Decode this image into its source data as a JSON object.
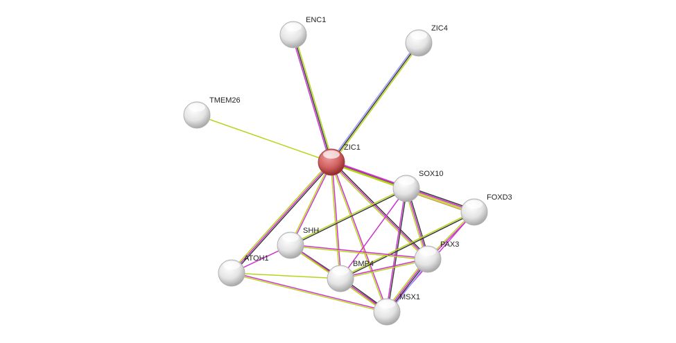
{
  "colors": {
    "black": "#3a3a3a",
    "magenta": "#cc33cc",
    "yellow": "#b8d41a",
    "blue": "#9999ff",
    "orange": "#c8a040",
    "query": "#c84040",
    "node": "#e8e8e8"
  },
  "nodes": [
    {
      "id": "ENC1",
      "label": "ENC1",
      "query": false
    },
    {
      "id": "ZIC4",
      "label": "ZIC4",
      "query": false
    },
    {
      "id": "TMEM26",
      "label": "TMEM26",
      "query": false
    },
    {
      "id": "ZIC1",
      "label": "ZIC1",
      "query": true
    },
    {
      "id": "SOX10",
      "label": "SOX10",
      "query": false
    },
    {
      "id": "FOXD3",
      "label": "FOXD3",
      "query": false
    },
    {
      "id": "SHH",
      "label": "SHH",
      "query": false
    },
    {
      "id": "PAX3",
      "label": "PAX3",
      "query": false
    },
    {
      "id": "ATOH1",
      "label": "ATOH1",
      "query": false
    },
    {
      "id": "BMP4",
      "label": "BMP4",
      "query": false
    },
    {
      "id": "MSX1",
      "label": "MSX1",
      "query": false
    }
  ],
  "edges": [
    {
      "a": "ZIC1",
      "b": "ENC1",
      "types": [
        "magenta",
        "black",
        "yellow"
      ]
    },
    {
      "a": "ZIC1",
      "b": "ZIC4",
      "types": [
        "blue",
        "black",
        "yellow"
      ]
    },
    {
      "a": "ZIC1",
      "b": "TMEM26",
      "types": [
        "yellow"
      ]
    },
    {
      "a": "ZIC1",
      "b": "SOX10",
      "types": [
        "magenta",
        "black",
        "yellow"
      ]
    },
    {
      "a": "ZIC1",
      "b": "FOXD3",
      "types": [
        "magenta",
        "yellow"
      ]
    },
    {
      "a": "ZIC1",
      "b": "SHH",
      "types": [
        "magenta",
        "yellow"
      ]
    },
    {
      "a": "ZIC1",
      "b": "ATOH1",
      "types": [
        "black",
        "magenta",
        "yellow"
      ]
    },
    {
      "a": "ZIC1",
      "b": "BMP4",
      "types": [
        "magenta",
        "yellow"
      ]
    },
    {
      "a": "ZIC1",
      "b": "PAX3",
      "types": [
        "black",
        "magenta",
        "yellow"
      ]
    },
    {
      "a": "ZIC1",
      "b": "MSX1",
      "types": [
        "magenta",
        "yellow"
      ]
    },
    {
      "a": "SOX10",
      "b": "FOXD3",
      "types": [
        "black",
        "magenta",
        "yellow",
        "orange"
      ]
    },
    {
      "a": "SOX10",
      "b": "SHH",
      "types": [
        "black",
        "yellow"
      ]
    },
    {
      "a": "SOX10",
      "b": "PAX3",
      "types": [
        "black",
        "magenta",
        "yellow"
      ]
    },
    {
      "a": "SOX10",
      "b": "MSX1",
      "types": [
        "black",
        "magenta"
      ]
    },
    {
      "a": "SOX10",
      "b": "BMP4",
      "types": [
        "magenta"
      ]
    },
    {
      "a": "FOXD3",
      "b": "PAX3",
      "types": [
        "magenta",
        "yellow"
      ]
    },
    {
      "a": "FOXD3",
      "b": "BMP4",
      "types": [
        "black",
        "yellow"
      ]
    },
    {
      "a": "FOXD3",
      "b": "MSX1",
      "types": [
        "magenta"
      ]
    },
    {
      "a": "SHH",
      "b": "BMP4",
      "types": [
        "black",
        "yellow"
      ]
    },
    {
      "a": "SHH",
      "b": "PAX3",
      "types": [
        "magenta",
        "yellow"
      ]
    },
    {
      "a": "SHH",
      "b": "MSX1",
      "types": [
        "magenta",
        "yellow"
      ]
    },
    {
      "a": "SHH",
      "b": "ATOH1",
      "types": [
        "magenta"
      ]
    },
    {
      "a": "ATOH1",
      "b": "BMP4",
      "types": [
        "yellow"
      ]
    },
    {
      "a": "ATOH1",
      "b": "MSX1",
      "types": [
        "magenta",
        "yellow"
      ]
    },
    {
      "a": "BMP4",
      "b": "PAX3",
      "types": [
        "magenta",
        "yellow"
      ]
    },
    {
      "a": "BMP4",
      "b": "MSX1",
      "types": [
        "black",
        "magenta",
        "yellow"
      ]
    },
    {
      "a": "PAX3",
      "b": "MSX1",
      "types": [
        "blue",
        "black",
        "magenta",
        "yellow"
      ]
    }
  ]
}
